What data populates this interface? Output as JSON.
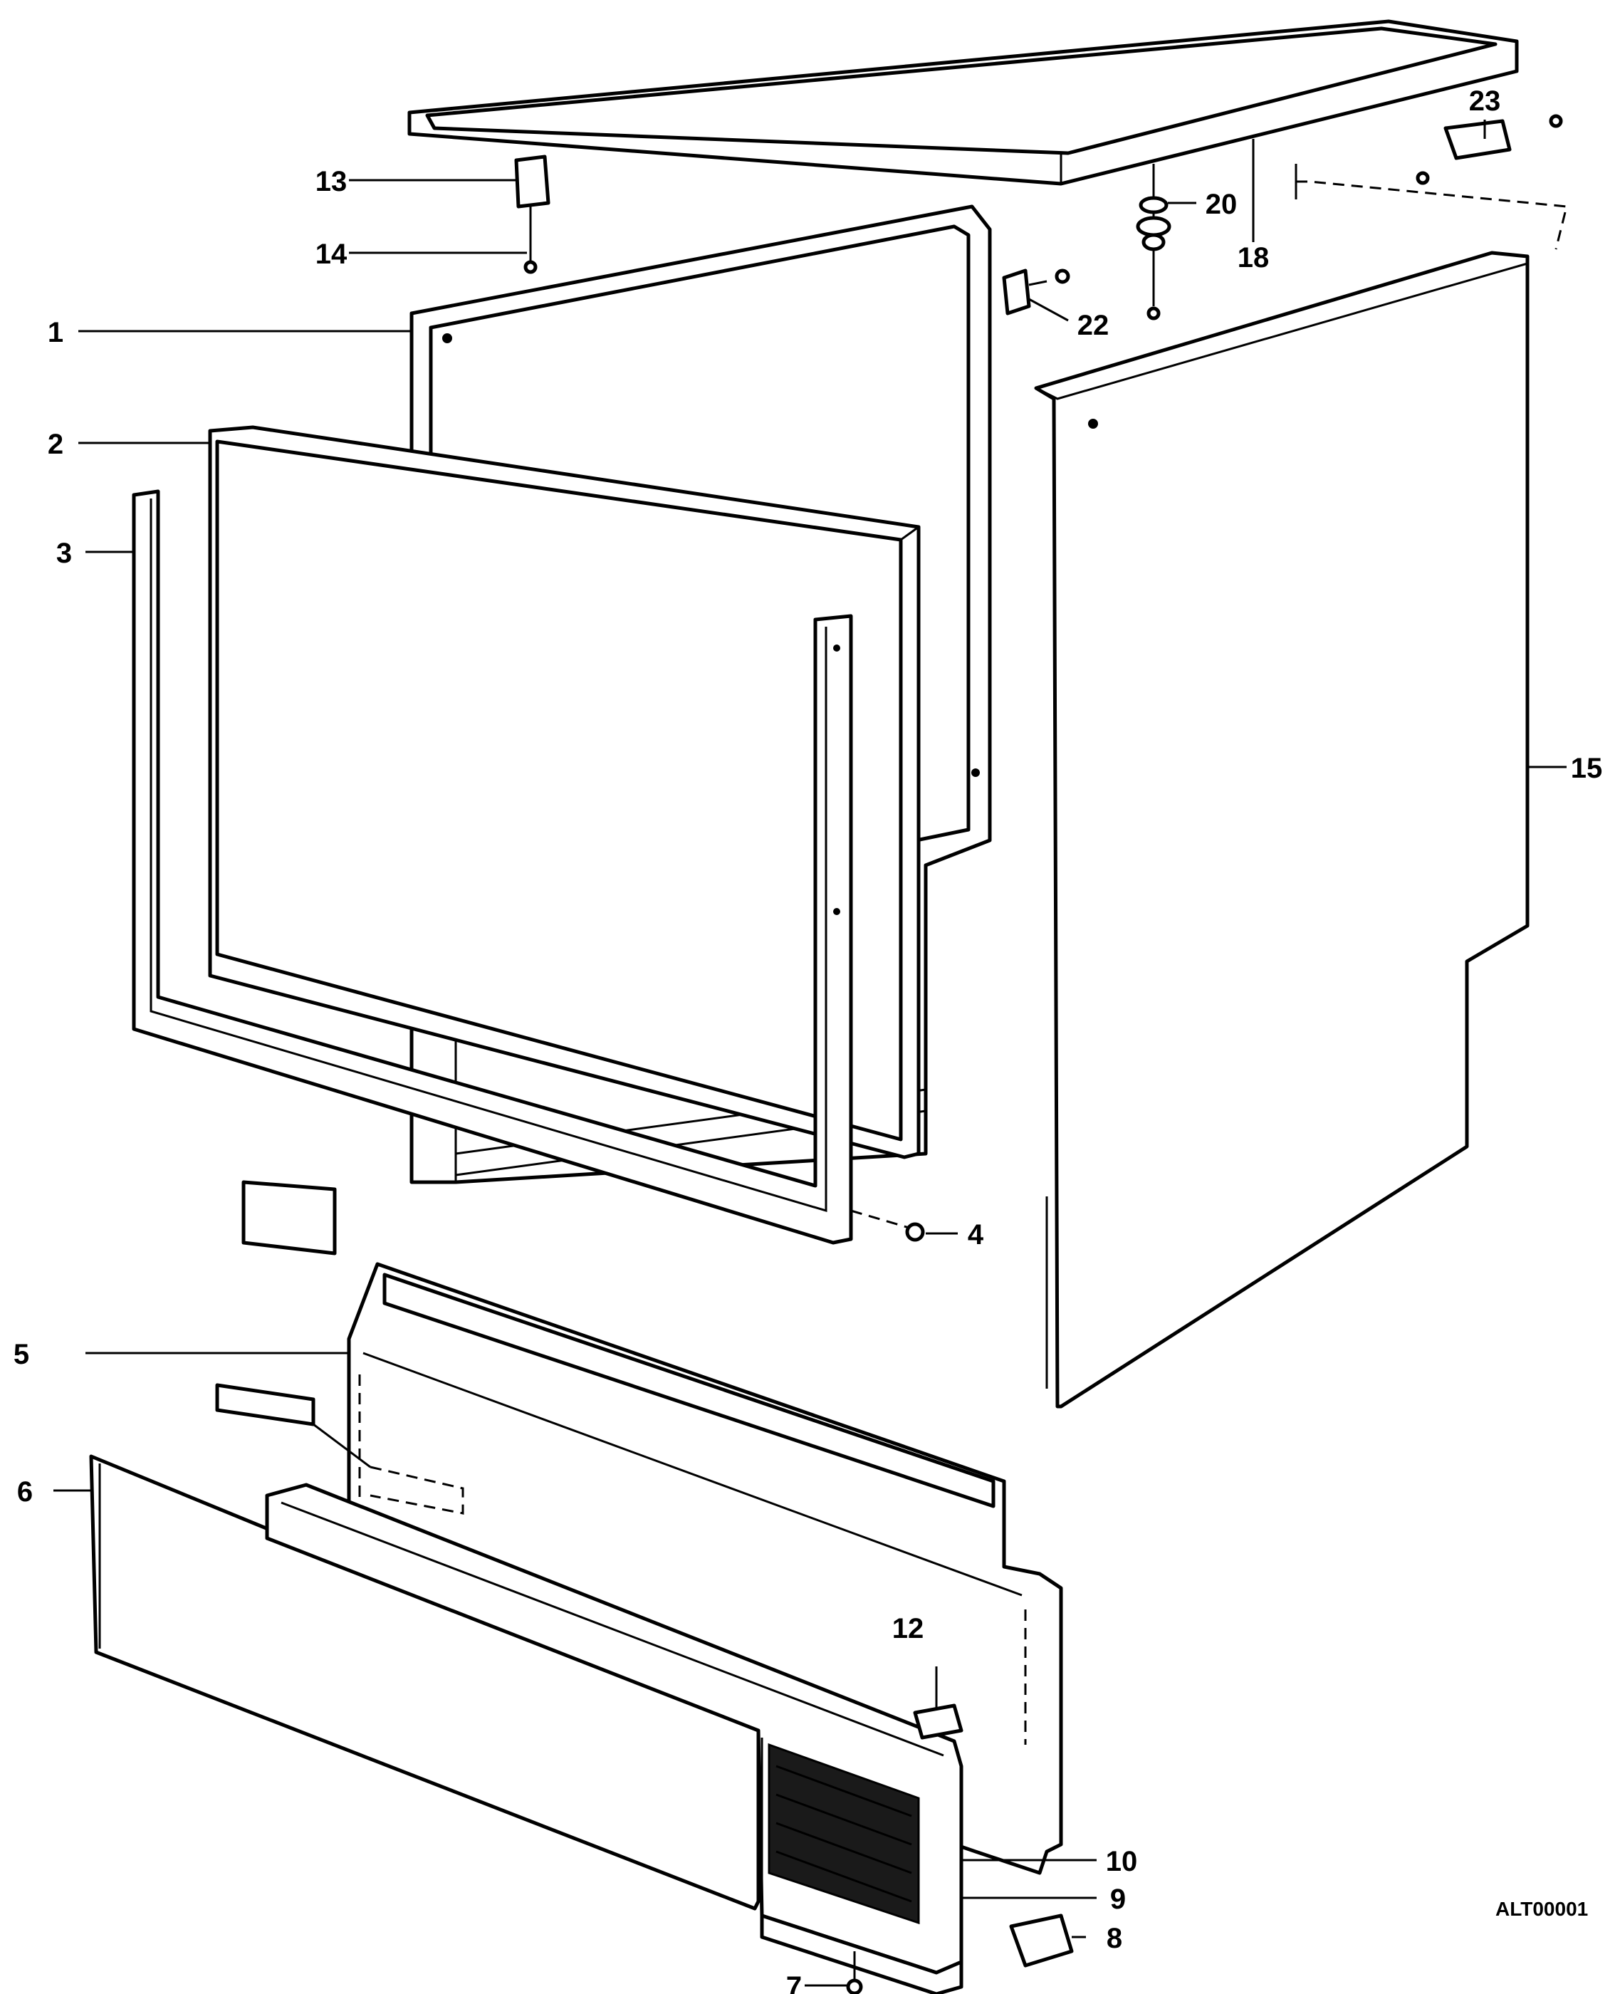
{
  "drawing_code": "ALT00001",
  "callouts": [
    "1",
    "2",
    "3",
    "4",
    "5",
    "6",
    "7",
    "8",
    "9",
    "10",
    "12",
    "13",
    "14",
    "15",
    "18",
    "20",
    "22",
    "23"
  ]
}
